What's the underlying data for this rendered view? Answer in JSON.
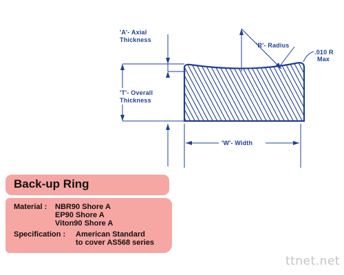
{
  "drawing": {
    "axial_label_line1": "'A'- Axial",
    "axial_label_line2": "Thickness",
    "overall_label_line1": "'T'- Overall",
    "overall_label_line2": "Thickness",
    "radius_label": "'R'- Radius",
    "max_label_line1": ".010 R",
    "max_label_line2": "Max",
    "width_label": "'W'- Width",
    "ink_color": "#1f3f95"
  },
  "panel": {
    "title": "Back-up Ring",
    "material_label": "Material :",
    "material_values": [
      "NBR90  Shore A",
      "EP90  Shore A",
      "Viton90  Shore A"
    ],
    "spec_label": "Specification :",
    "spec_values": [
      "American Standard",
      "to cover AS568 series"
    ],
    "panel_color": "#f6a6a3"
  },
  "watermark": "ttnet.net"
}
